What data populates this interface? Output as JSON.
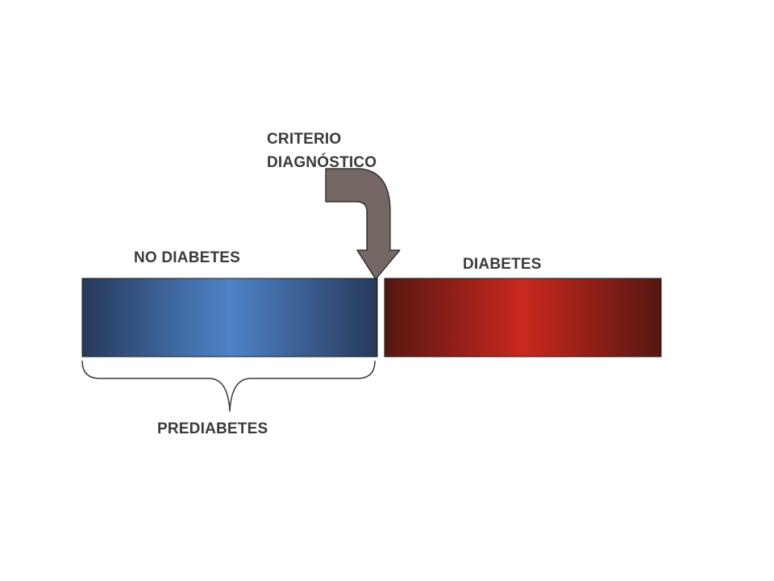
{
  "labels": {
    "criterio_line1": "CRITERIO",
    "criterio_line2": "DIAGNÓSTICO",
    "no_diabetes": "NO DIABETES",
    "diabetes": "DIABETES",
    "prediabetes": "PREDIABETES"
  },
  "colors": {
    "no_diabetes_bar_edge": "#27395a",
    "no_diabetes_bar_center": "#4e83c6",
    "diabetes_bar_edge": "#551711",
    "diabetes_bar_center": "#c9281f",
    "arrow_fill": "#756763",
    "arrow_stroke": "#1e1e1e",
    "brace": "#3a3a3a",
    "text": "#3a3a3a"
  },
  "icons": {
    "arrow": "curved-down-arrow-icon",
    "brace": "curly-brace-icon"
  }
}
